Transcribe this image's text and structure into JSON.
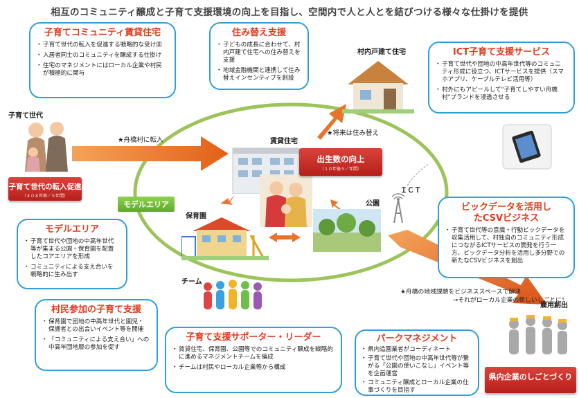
{
  "title": "相互のコミュニティ醸成と子育て支援環境の向上を目指し、空間内で人と人とを結びつける様々な仕掛けを提供",
  "callouts": {
    "rental": {
      "title": "子育てコミュニティ賃貸住宅",
      "items": [
        "子育て世代の転入を促進する戦略的な受け皿",
        "入居者同士のコミュニティを醸成する仕掛け",
        "住宅のマネジメントにはローカル企業や村民が積極的に関与"
      ]
    },
    "relocation": {
      "title": "住み替え支援",
      "items": [
        "子どもの成長に合わせて、村内戸建て住宅への住み替えを支援",
        "地域金融機関と連携して住み替えインセンティブを創設"
      ]
    },
    "ict": {
      "title": "ICT子育て支援サービス",
      "items": [
        "子育て世代や団地の中高年世代等のコミュニティ形成に役立つ、ICTサービスを提供（スマホアプリ、ケーブルテレビ活用等）",
        "村外にもアピールして\"子育てしやすい舟橋村\"ブランドを浸透させる"
      ]
    },
    "bigdata": {
      "title": "ビックデータを活用したCSVビジネス",
      "items": [
        "子育て世代等の意識・行動ビックデータを収集活用して、村独自のコミュニティ形成につながるICTサービスの開発を行う一方、ビックデータ分析を活用し多分野での新たなCSVビジネスを創出"
      ]
    },
    "model": {
      "title": "モデルエリア",
      "items": [
        "子育て世代や団地の中高年世代等が集まる公園・保育園を配置したコアエリアを形成",
        "コミュニティによる支え合いを戦略的に生み出す"
      ]
    },
    "participation": {
      "title": "村民参加の子育て支援",
      "items": [
        "保育園で団地の中高年世代と園児・保護者との出会いイベント等を開催",
        "「コミュニティによる支え合い」への中高年団地層の参加を促す"
      ]
    },
    "supporter": {
      "title": "子育て支援サポーター・リーダー",
      "items": [
        "賃貸住宅、保育園、公園等でのコミュニティ醸成を戦略的に進めるマネジメントチームを編成",
        "チームは村民やローカル企業等から構成"
      ]
    },
    "park": {
      "title": "パークマネジメント",
      "items": [
        "県内造園業者がコーディネート",
        "子育て世代や団地の中高年世代等が繋がる「公園の使いこなし」イベント等を企画運営",
        "コミュニティ醸成とローカル企業の仕事づくりを目指す"
      ]
    }
  },
  "labels": {
    "family": "子育て世代",
    "transfer": "★舟橋村に転入",
    "house": "村内戸建て住宅",
    "future": "★将来は住み替え",
    "rental": "賃貸住宅",
    "ict": "ＩＣＴ",
    "model_area": "モデルエリア",
    "nursery": "保育園",
    "park": "公園",
    "team": "チーム",
    "business_note_1": "★舟橋の地域課題をビジネススペースで解決",
    "business_note_2": "→それがローカル企業の新しいしごとに！",
    "jobs": "雇用創出"
  },
  "banners": {
    "family_main": "子育て世代の転入促進",
    "family_sub": "（４０８世帯／５年間）",
    "birth_main": "出生数の向上",
    "birth_sub": "（１０年後５／年間）",
    "jobs_main": "県内企業のしごとづくり"
  },
  "colors": {
    "accent": "#2f9fd6",
    "heading": "#e03a1c",
    "arrow": "#e8742a",
    "ellipse": "#9cc45a"
  }
}
